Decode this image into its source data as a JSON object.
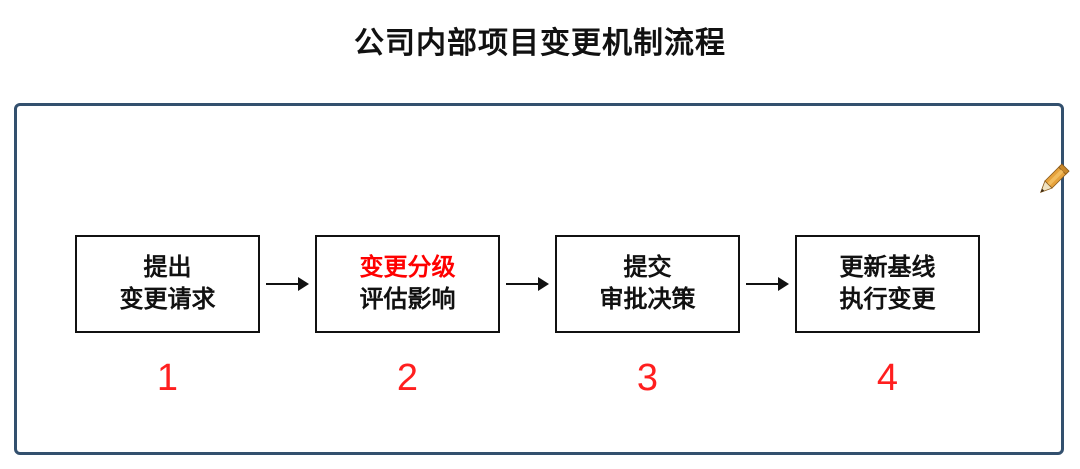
{
  "title": "公司内部项目变更机制流程",
  "steps": [
    {
      "line1": "提出",
      "line2": "变更请求",
      "number": "1"
    },
    {
      "line1": "变更分级",
      "line2": "评估影响",
      "number": "2"
    },
    {
      "line1": "提交",
      "line2": "审批决策",
      "number": "3"
    },
    {
      "line1": "更新基线",
      "line2": "执行变更",
      "number": "4"
    }
  ],
  "colors": {
    "title_text": "#111111",
    "frame_border": "#33506e",
    "box_border": "#111111",
    "highlight_text": "#ff0000",
    "step_number": "#ff1f1f",
    "pencil_body": "#e6a23c"
  },
  "icons": {
    "arrow": "arrow-right-icon",
    "pencil": "pencil-icon"
  }
}
